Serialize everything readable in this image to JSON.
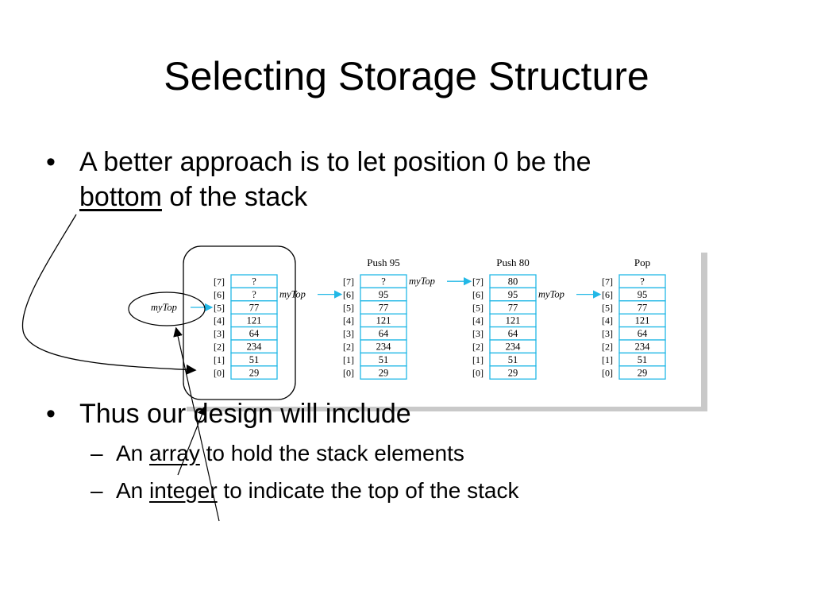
{
  "slide": {
    "title": "Selecting Storage Structure",
    "bullet1": {
      "marker": "•",
      "line1": "A better approach is to let position 0 be the",
      "underlined": "bottom",
      "rest": " of the stack"
    },
    "bullet2": {
      "marker": "•",
      "text": "Thus our design will include"
    },
    "sub1": {
      "marker": "–",
      "before": "An ",
      "underlined": "array",
      "after": " to hold the stack elements"
    },
    "sub2": {
      "marker": "–",
      "before": "An ",
      "underlined": "integer",
      "after": " to indicate the top of the stack"
    }
  },
  "diagram": {
    "indices": [
      "[7]",
      "[6]",
      "[5]",
      "[4]",
      "[3]",
      "[2]",
      "[1]",
      "[0]"
    ],
    "top_label": "myTop",
    "stacks": [
      {
        "heading": "",
        "values": [
          "?",
          "?",
          "77",
          "121",
          "64",
          "234",
          "51",
          "29"
        ],
        "top_index": 5
      },
      {
        "heading": "Push 95",
        "values": [
          "?",
          "95",
          "77",
          "121",
          "64",
          "234",
          "51",
          "29"
        ],
        "top_index": 6
      },
      {
        "heading": "Push 80",
        "values": [
          "80",
          "95",
          "77",
          "121",
          "64",
          "234",
          "51",
          "29"
        ],
        "top_index": 7
      },
      {
        "heading": "Pop",
        "values": [
          "?",
          "95",
          "77",
          "121",
          "64",
          "234",
          "51",
          "29"
        ],
        "top_index": 6
      }
    ],
    "cell_border_color": "#22b8e6",
    "arrow_color": "#22b8e6"
  }
}
